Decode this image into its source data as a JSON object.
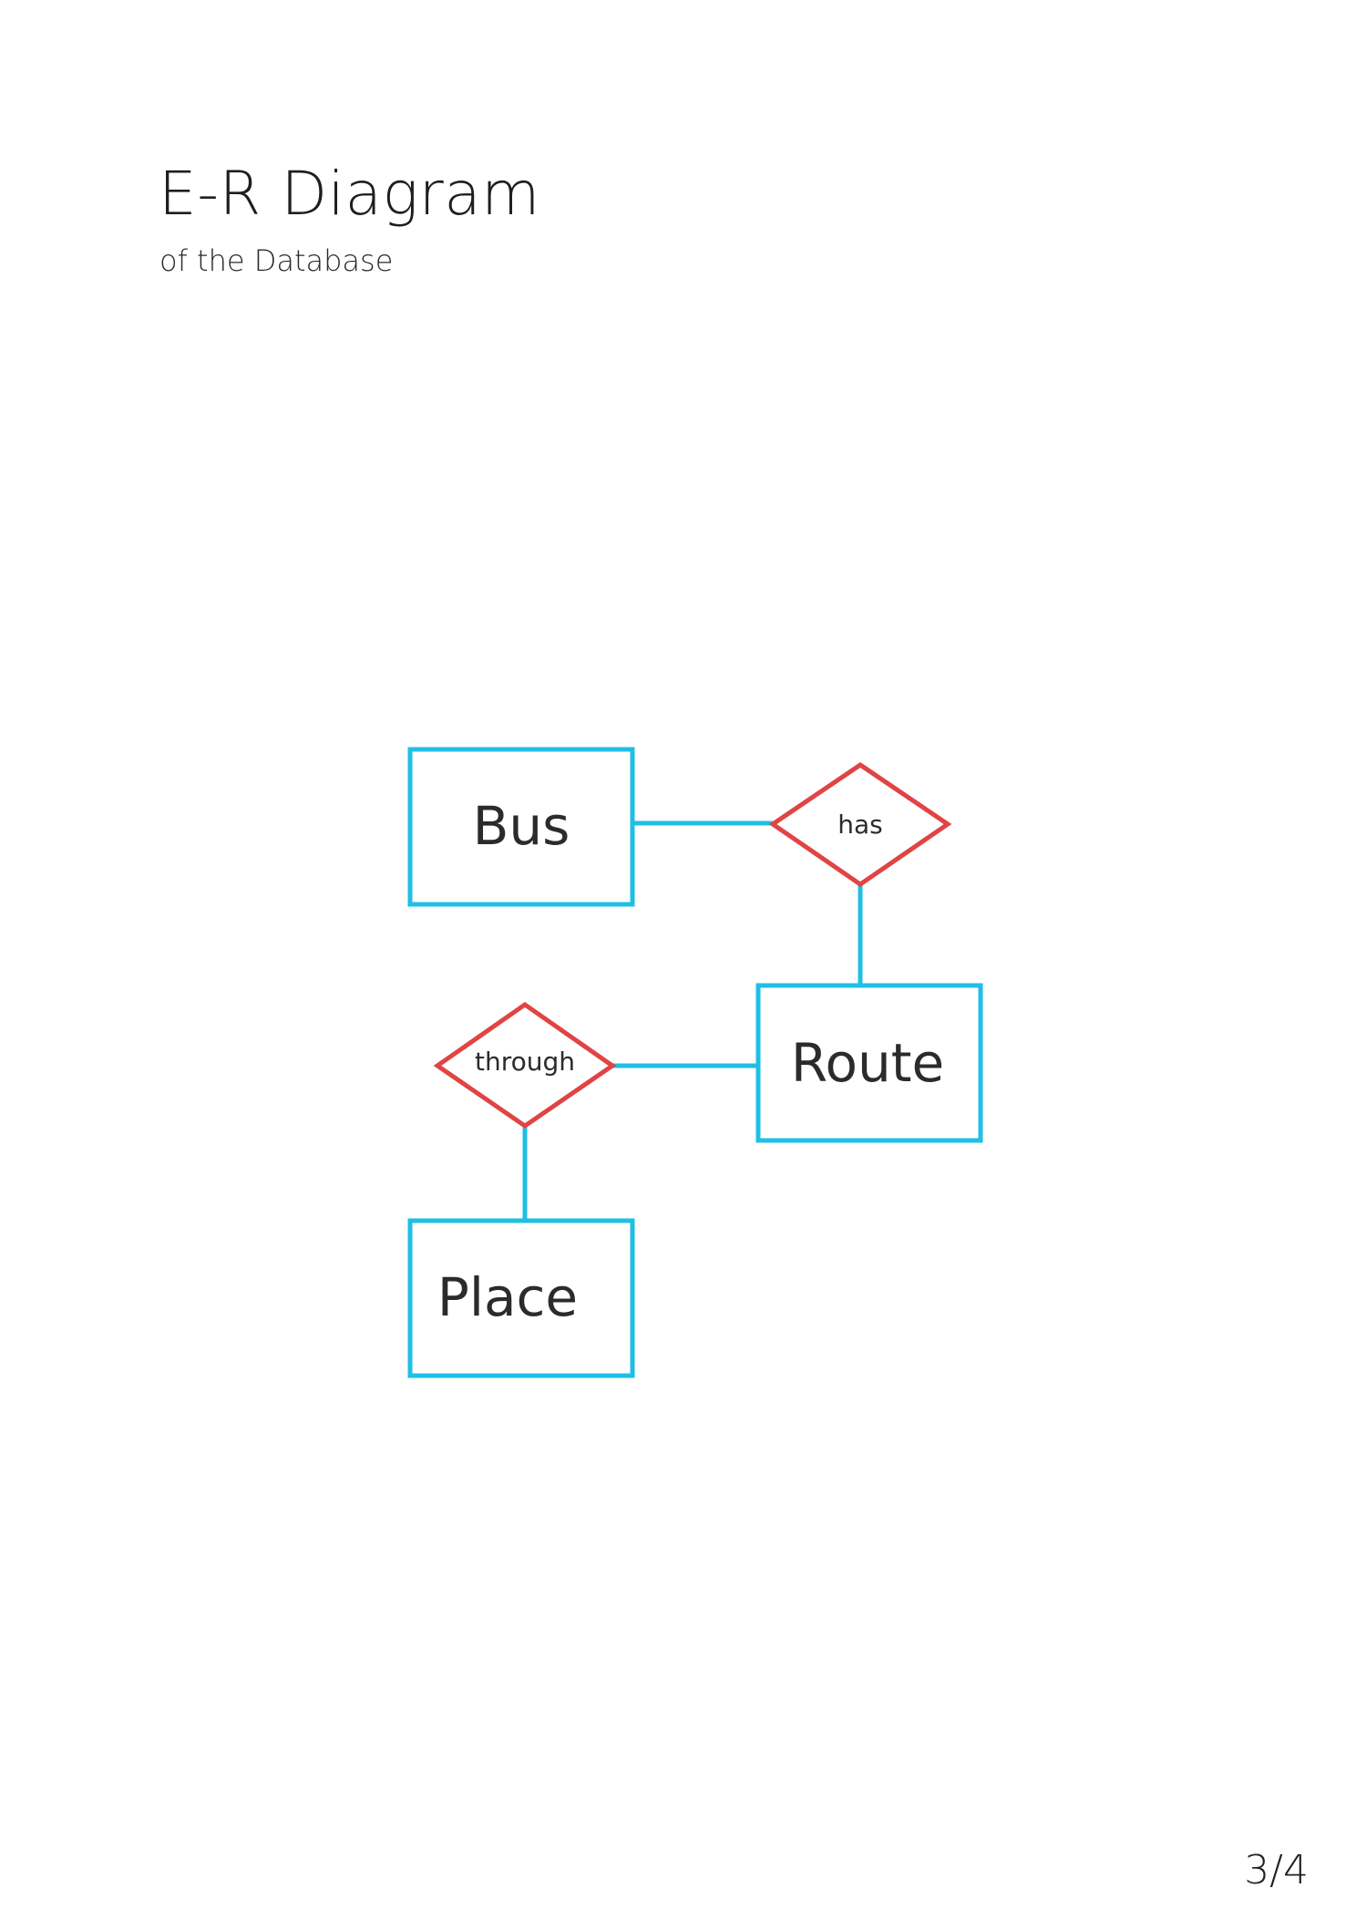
{
  "header": {
    "title": "E-R Diagram",
    "subtitle": "of the Database"
  },
  "diagram": {
    "entity_color": "#1fbfe6",
    "relationship_color": "#e04444",
    "entities": {
      "bus": "Bus",
      "route": "Route",
      "place": "Place"
    },
    "relationships": {
      "has": "has",
      "through": "through"
    }
  },
  "footer": {
    "page_number": "3/4"
  }
}
